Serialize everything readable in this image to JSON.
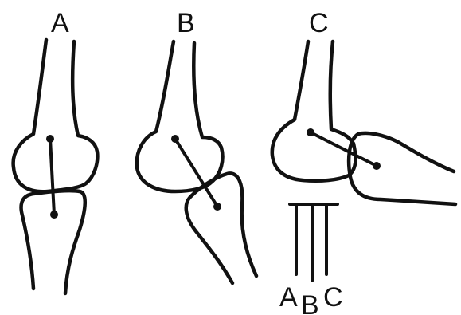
{
  "figure": {
    "panels": [
      {
        "label": "A"
      },
      {
        "label": "B"
      },
      {
        "label": "C"
      }
    ],
    "legend": {
      "labels": [
        "A",
        "B",
        "C"
      ]
    }
  },
  "colors": {
    "ink": "#111111",
    "background": "#ffffff"
  }
}
